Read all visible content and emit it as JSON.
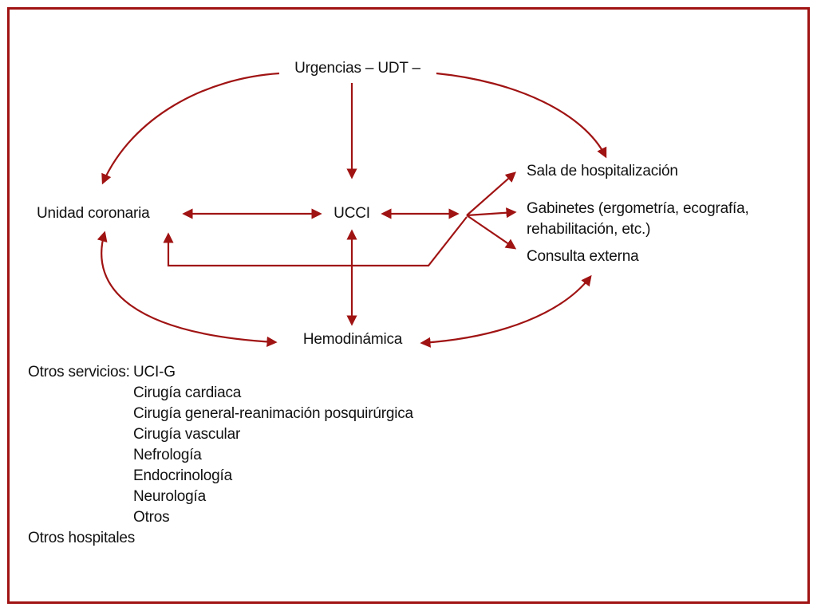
{
  "colors": {
    "arrow": "#a01313",
    "border": "#a01313",
    "text": "#121212",
    "background": "#ffffff"
  },
  "nodes": {
    "urgencias": "Urgencias – UDT –",
    "unidad_coronaria": "Unidad coronaria",
    "ucci": "UCCI",
    "sala_hospitalizacion": "Sala de hospitalización",
    "gabinetes_line1": "Gabinetes (ergometría, ecografía,",
    "gabinetes_line2": "rehabilitación, etc.)",
    "consulta_externa": "Consulta externa",
    "hemodinamica": "Hemodinámica"
  },
  "otros_servicios": {
    "heading": "Otros servicios:",
    "items": [
      "UCI-G",
      "Cirugía cardiaca",
      "Cirugía general-reanimación posquirúrgica",
      "Cirugía vascular",
      "Nefrología",
      "Endocrinología",
      "Neurología",
      "Otros"
    ]
  },
  "otros_hospitales": "Otros hospitales",
  "edges": [
    {
      "from": "Urgencias – UDT –",
      "to": "Unidad coronaria",
      "bidirectional": false
    },
    {
      "from": "Urgencias – UDT –",
      "to": "UCCI",
      "bidirectional": false
    },
    {
      "from": "Urgencias – UDT –",
      "to": "Sala de hospitalización",
      "bidirectional": false
    },
    {
      "from": "Unidad coronaria",
      "to": "UCCI",
      "bidirectional": true
    },
    {
      "from": "UCCI",
      "to": "Sala de hospitalización",
      "bidirectional": true
    },
    {
      "from": "UCCI",
      "to": "Gabinetes (ergometría, ecografía, rehabilitación, etc.)",
      "bidirectional": true
    },
    {
      "from": "UCCI",
      "to": "Consulta externa",
      "bidirectional": true
    },
    {
      "from": "Salida (sala/gabinetes/consulta)",
      "to": "Unidad coronaria",
      "bidirectional": false
    },
    {
      "from": "UCCI",
      "to": "Hemodinámica",
      "bidirectional": true
    },
    {
      "from": "Unidad coronaria",
      "to": "Hemodinámica",
      "bidirectional": true
    },
    {
      "from": "Hemodinámica",
      "to": "Consulta externa",
      "bidirectional": true
    }
  ]
}
